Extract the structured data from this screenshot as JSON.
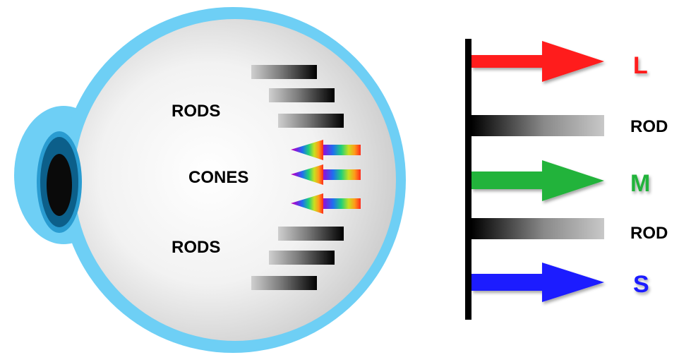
{
  "eye_diagram": {
    "labels": {
      "rods_top": "RODS",
      "cones": "CONES",
      "rods_bottom": "RODS"
    }
  },
  "receptor_legend": {
    "rows": [
      {
        "label": "L",
        "kind": "cone-arrow",
        "color": "#ff1a1a"
      },
      {
        "label": "ROD",
        "kind": "rod-bar",
        "color": "#000000"
      },
      {
        "label": "M",
        "kind": "cone-arrow",
        "color": "#22b33a"
      },
      {
        "label": "ROD",
        "kind": "rod-bar",
        "color": "#000000"
      },
      {
        "label": "S",
        "kind": "cone-arrow",
        "color": "#1a1aff"
      }
    ]
  },
  "colors": {
    "eye_outer": "#6ecff5",
    "iris_outer": "#2a9cd1",
    "iris_inner": "#0c5f8a",
    "pupil": "#0a0a0a",
    "baseline": "#000000"
  }
}
